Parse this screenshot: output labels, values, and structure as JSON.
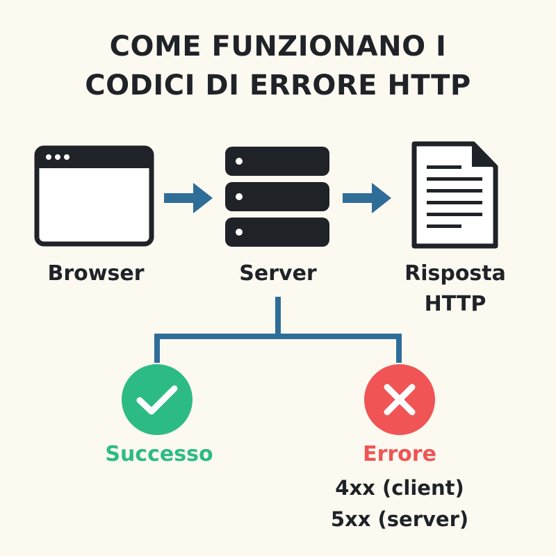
{
  "title": {
    "line1": "COME FUNZIONANO I",
    "line2": "CODICI DI ERRORE HTTP"
  },
  "nodes": {
    "browser": {
      "label": "Browser",
      "icon": "browser-window-icon"
    },
    "server": {
      "label": "Server",
      "icon": "server-stack-icon"
    },
    "response": {
      "label_line1": "Risposta",
      "label_line2": "HTTP",
      "icon": "document-icon"
    }
  },
  "outcomes": {
    "success": {
      "label": "Successo",
      "icon": "checkmark-icon",
      "color": "#2dbb85"
    },
    "error": {
      "label": "Errore",
      "icon": "cross-icon",
      "color": "#f05454",
      "details": [
        "4xx (client)",
        "5xx (server)"
      ]
    }
  },
  "colors": {
    "background": "#fcf9f1",
    "ink": "#1f2328",
    "connector": "#2f6d99"
  }
}
